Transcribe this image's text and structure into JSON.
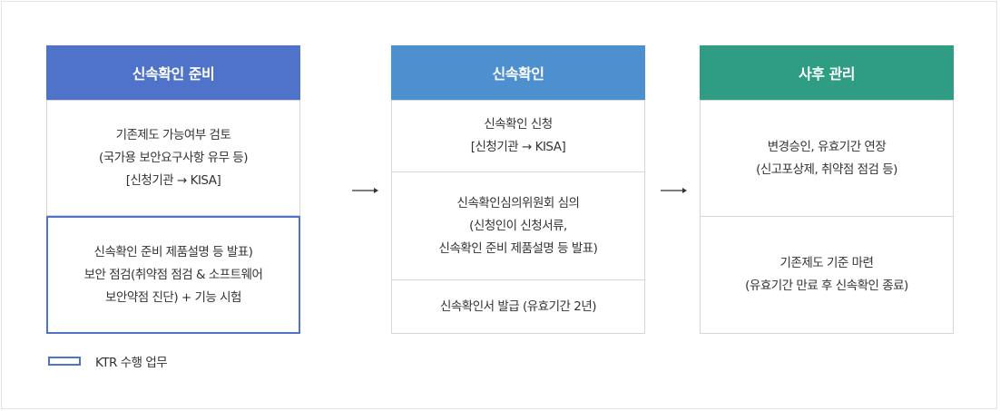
{
  "columns": [
    {
      "title": "신속확인 준비",
      "boxes": [
        {
          "lines": [
            "기존제도 가능여부 검토",
            "(국가용 보안요구사항 유무 등)",
            "[신청기관 → KISA]"
          ]
        },
        {
          "lines": [
            "신속확인 준비 제품설명 등 발표)",
            "보안 점검(취약점 점검 & 소프트웨어",
            "보안약점 진단) + 기능 시험"
          ],
          "ktr": true
        }
      ]
    },
    {
      "title": "신속확인",
      "boxes": [
        {
          "lines": [
            "신속확인 신청",
            "[신청기관 → KISA]"
          ]
        },
        {
          "lines": [
            "신속확인심의위원회 심의",
            "(신청인이 신청서류,",
            "신속확인 준비 제품설명 등 발표)"
          ]
        },
        {
          "lines": [
            "신속확인서 발급 (유효기간 2년)"
          ]
        }
      ]
    },
    {
      "title": "사후 관리",
      "boxes": [
        {
          "lines": [
            "변경승인, 유효기간 연장",
            "(신고포상제, 취약점 점검 등)"
          ]
        },
        {
          "lines": [
            "기존제도 기준 마련",
            "(유효기간 만료 후 신속확인 종료)"
          ]
        }
      ]
    }
  ],
  "legend": {
    "label": "KTR 수행 업무"
  },
  "colors": {
    "col1_header": "#4f73c8",
    "col2_header": "#4e8fd0",
    "col3_header": "#2e9d84",
    "ktr_border": "#4f73c8"
  }
}
